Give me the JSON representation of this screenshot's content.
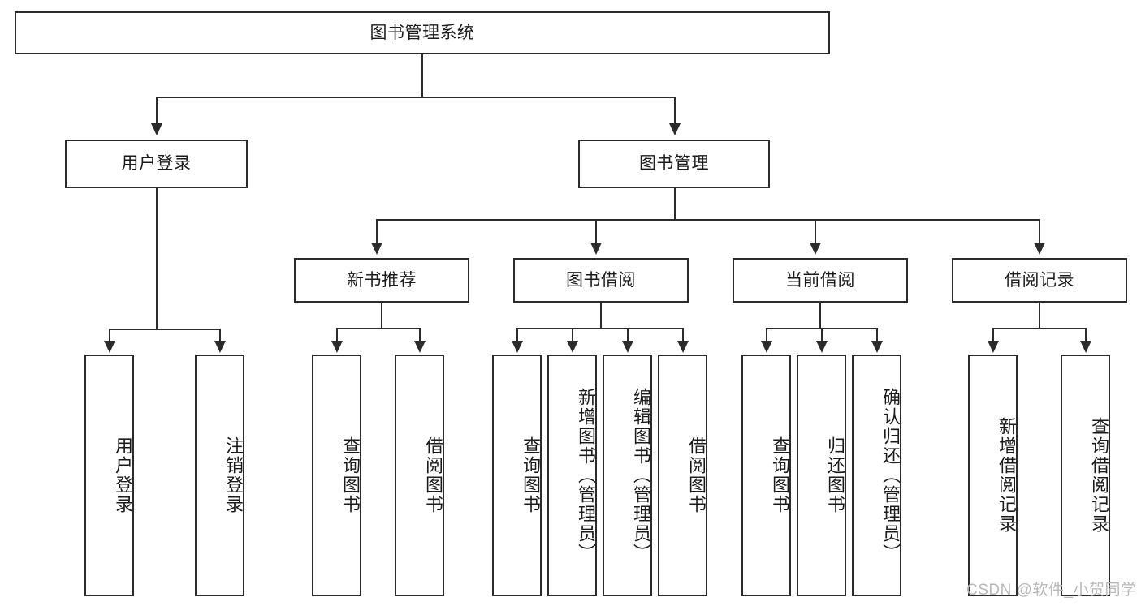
{
  "diagram": {
    "title": "图书管理系统",
    "root": {
      "label": "图书管理系统"
    },
    "level2": [
      {
        "label": "用户登录"
      },
      {
        "label": "图书管理"
      }
    ],
    "level3": [
      {
        "label": "新书推荐"
      },
      {
        "label": "图书借阅"
      },
      {
        "label": "当前借阅"
      },
      {
        "label": "借阅记录"
      }
    ],
    "leaves": {
      "user_login": [
        {
          "label": "用户登录"
        },
        {
          "label": "注销登录"
        }
      ],
      "new_book_recommend": [
        {
          "label": "查询图书"
        },
        {
          "label": "借阅图书"
        }
      ],
      "book_borrow": [
        {
          "label": "查询图书"
        },
        {
          "label": "新增图书（管理员）"
        },
        {
          "label": "编辑图书（管理员）"
        },
        {
          "label": "借阅图书"
        }
      ],
      "current_borrow": [
        {
          "label": "查询图书"
        },
        {
          "label": "归还图书"
        },
        {
          "label": "确认归还（管理员）"
        }
      ],
      "borrow_record": [
        {
          "label": "新增借阅记录"
        },
        {
          "label": "查询借阅记录"
        }
      ]
    }
  },
  "watermark": {
    "text": "CSDN @软件_小贺同学"
  },
  "colors": {
    "stroke": "#2b2b2b",
    "background": "#ffffff",
    "watermark": "#b8b8b8"
  }
}
